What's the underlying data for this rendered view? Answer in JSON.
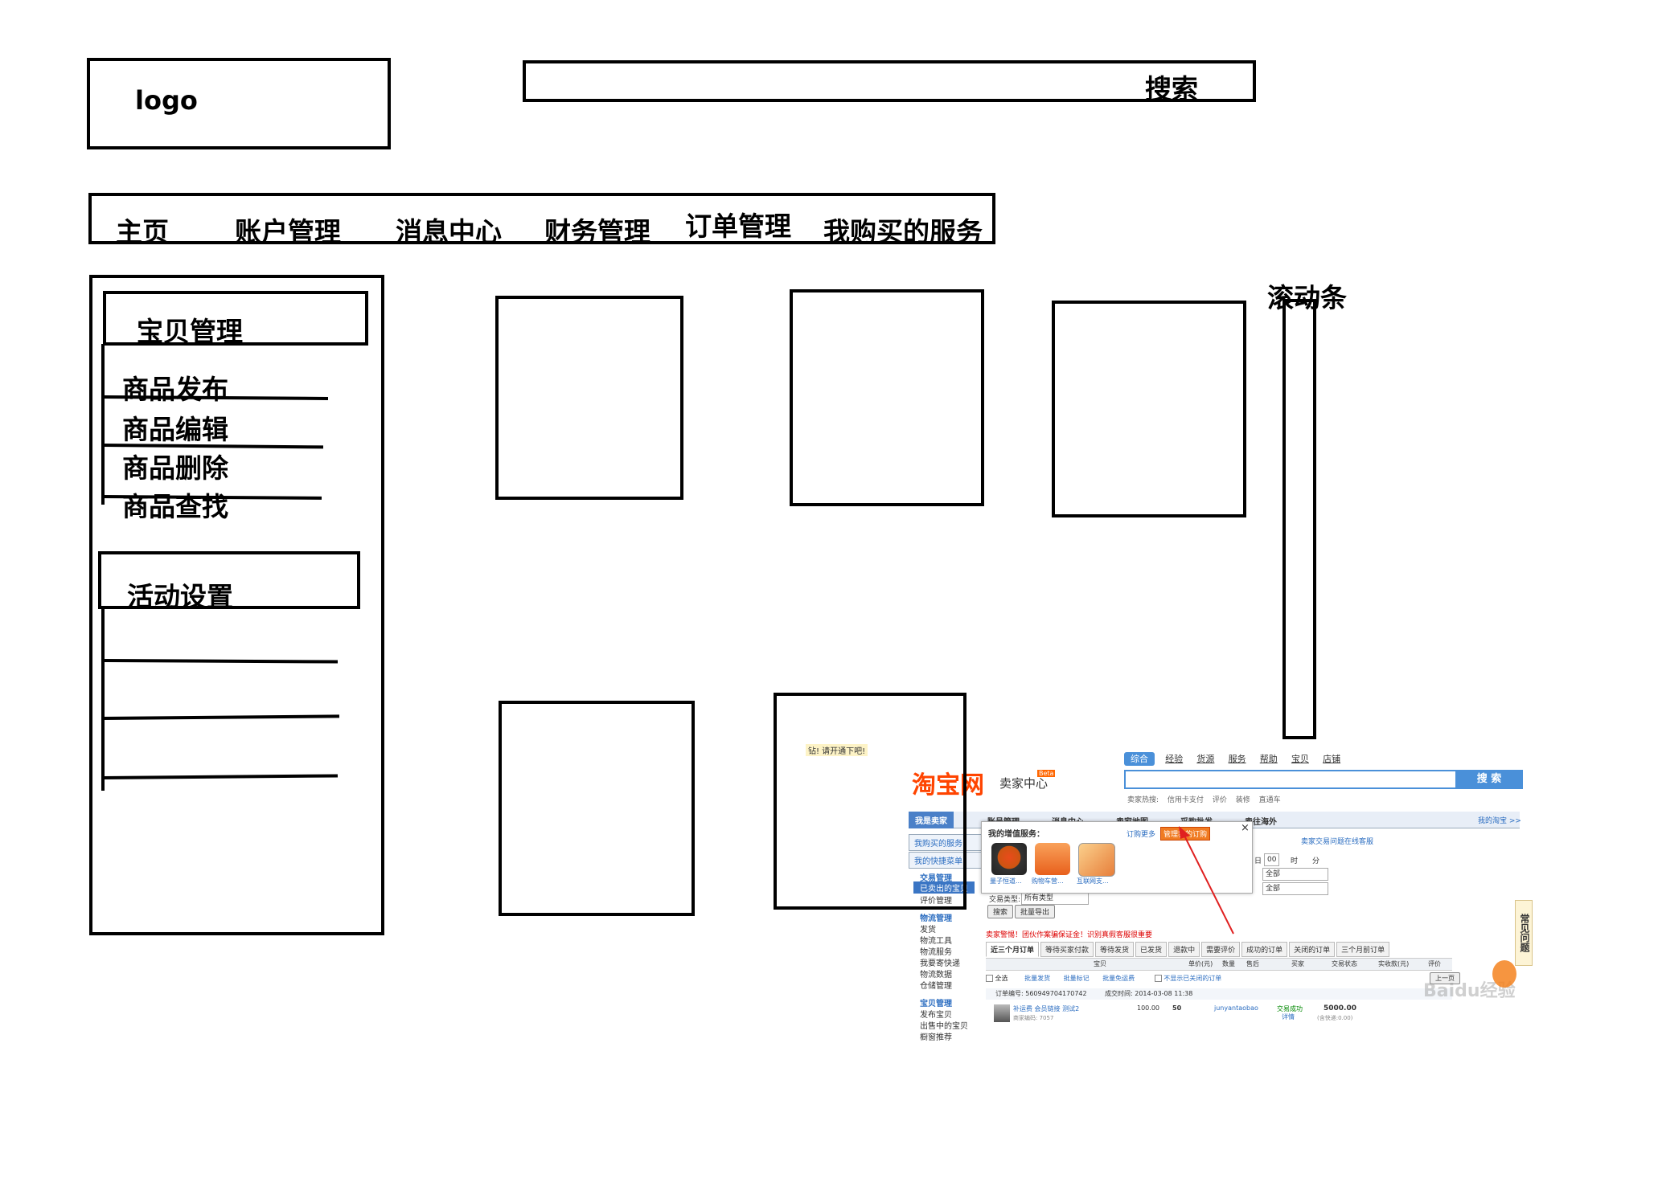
{
  "wireframe": {
    "logo_label": "logo",
    "search_label": "搜索",
    "nav": [
      "主页",
      "账户管理",
      "消息中心",
      "财务管理",
      "订单管理",
      "我购买的服务"
    ],
    "sidebar": {
      "section1_title": "宝贝管理",
      "section1_items": [
        "商品发布",
        "商品编辑",
        "商品删除",
        "商品查找"
      ],
      "section2_title": "活动设置"
    },
    "scrollbar_label": "滚动条",
    "overlay_note": "钻!   请开通下吧!"
  },
  "screenshot": {
    "logo": "淘宝网",
    "logo_sub": "卖家中心",
    "beta": "Beta",
    "search_tabs": [
      "综合",
      "经验",
      "货源",
      "服务",
      "帮助",
      "宝贝",
      "店铺"
    ],
    "search_button": "搜 索",
    "hot_label": "卖家热搜:",
    "hot_terms": [
      "信用卡支付",
      "评价",
      "装修",
      "直通车"
    ],
    "my_taobao": "我的淘宝 >>",
    "nav": [
      "我是卖家",
      "账号管理",
      "消息中心",
      "卖家地图",
      "采购批发",
      "卖往海外"
    ],
    "side_buttons": [
      "我购买的服务",
      "我的快捷菜单"
    ],
    "side_groups": [
      {
        "title": "交易管理",
        "items": [
          "已卖出的宝贝",
          "评价管理"
        ]
      },
      {
        "title": "物流管理",
        "items": [
          "发货",
          "物流工具",
          "物流服务",
          "我要寄快递",
          "物流数据",
          "仓储管理"
        ]
      },
      {
        "title": "宝贝管理",
        "items": [
          "发布宝贝",
          "出售中的宝贝",
          "橱窗推荐"
        ]
      }
    ],
    "popup_title": "我的增值服务：",
    "popup_link": "订购更多",
    "popup_highlight": "管理我的订购",
    "popup_close": "×",
    "services": [
      "量子恒道...",
      "购物车营...",
      "互联网支..."
    ],
    "help_text": "卖家交易问题在线客服",
    "filter_selects": [
      "全部",
      "全部"
    ],
    "date_hour": "00",
    "date_day_label": "日",
    "date_hour_label": "时",
    "date_min_label": "分",
    "trade_type_label": "交易类型:",
    "trade_type_value": "所有类型",
    "search_btn": "搜索",
    "export_btn": "批量导出",
    "warning": "卖家警惕！团伙作案骗保证金！识别真假客服很重要",
    "order_tabs": [
      "近三个月订单",
      "等待买家付款",
      "等待发货",
      "已发货",
      "退款中",
      "需要评价",
      "成功的订单",
      "关闭的订单",
      "三个月前订单"
    ],
    "columns": [
      "宝贝",
      "单价(元)",
      "数量",
      "售后",
      "买家",
      "交易状态",
      "实收款(元)",
      "评价"
    ],
    "bulk": {
      "select_all": "全选",
      "actions": [
        "批量发货",
        "批量标记",
        "批量免运费"
      ],
      "hide_closed": "不显示已关闭的订单",
      "pager": "上一页"
    },
    "order": {
      "number_label": "订单编号: 560949704170742",
      "time_label": "成交时间: 2014-03-08 11:38",
      "item_title": "补运费 会员链接 测试2",
      "item_code": "商家编码: 7057",
      "price": "100.00",
      "qty": "50",
      "buyer": "junyantaobao",
      "status": "交易成功",
      "detail": "详情",
      "total": "5000.00",
      "shipping": "(含快递:0.00)"
    },
    "faq": "常见问题",
    "watermark": "Baidu经验"
  }
}
